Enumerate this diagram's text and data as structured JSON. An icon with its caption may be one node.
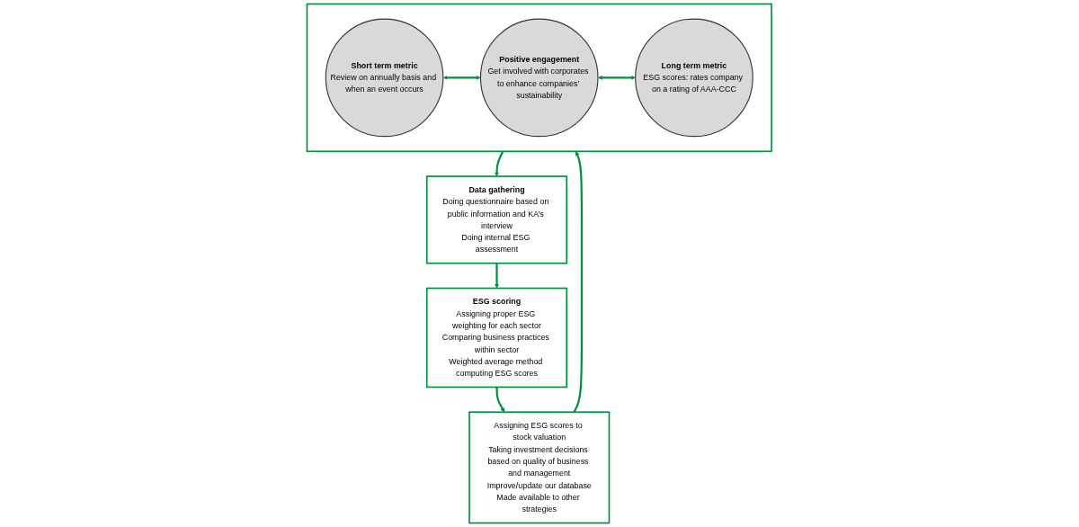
{
  "diagram": {
    "nodes": [
      {
        "text": [],
        "shape": "box"
      },
      {
        "text": [
          "Short term metric",
          "Review on annually basis and when an event occurs"
        ],
        "in": 0
      },
      {
        "text": [
          "Positive engagement",
          "Get involved with corporates to enhance companies’ sustainability"
        ],
        "in": 0
      },
      {
        "text": [
          "Long term metric",
          "ESG scores: rates company on a rating of AAA-CCC"
        ],
        "in": 0
      },
      {
        "text": [
          "Data gathering",
          "Doing questionnaire based on public information and KA’s interview",
          "Doing internal ESG assessment"
        ]
      },
      {
        "text": [
          "ESG scoring",
          "Assigning proper ESG weighting for each sector",
          "Comparing business practices within sector",
          "Weighted average method computing ESG scores"
        ]
      },
      {
        "text": [
          "Assigning ESG scores to stock valuation",
          "Taking investment decisions based on quality of business and management",
          "Improve/update our database",
          "Made available to other strategies"
        ]
      }
    ],
    "edges": [
      {
        "from": 1,
        "to": 2,
        "arrow": "both"
      },
      {
        "from": 2,
        "to": 3,
        "arrow": "both"
      },
      {
        "from": 0,
        "to": 4,
        "arrow": "to"
      },
      {
        "from": 4,
        "to": 5,
        "arrow": "to"
      },
      {
        "from": 5,
        "to": 6,
        "arrow": "to"
      },
      {
        "from": 6,
        "to": 0,
        "arrow": "to"
      }
    ]
  }
}
